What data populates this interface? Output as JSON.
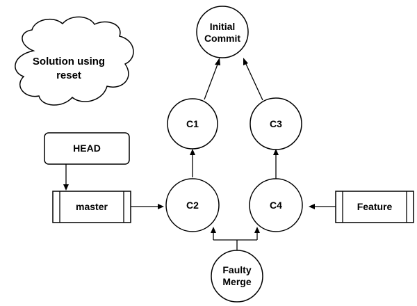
{
  "cloud": {
    "line1": "Solution using",
    "line2": "reset"
  },
  "nodes": {
    "initial_commit_line1": "Initial",
    "initial_commit_line2": "Commit",
    "c1": "C1",
    "c2": "C2",
    "c3": "C3",
    "c4": "C4",
    "faulty_merge_line1": "Faulty",
    "faulty_merge_line2": "Merge"
  },
  "refs": {
    "head": "HEAD",
    "master": "master",
    "feature": "Feature"
  }
}
